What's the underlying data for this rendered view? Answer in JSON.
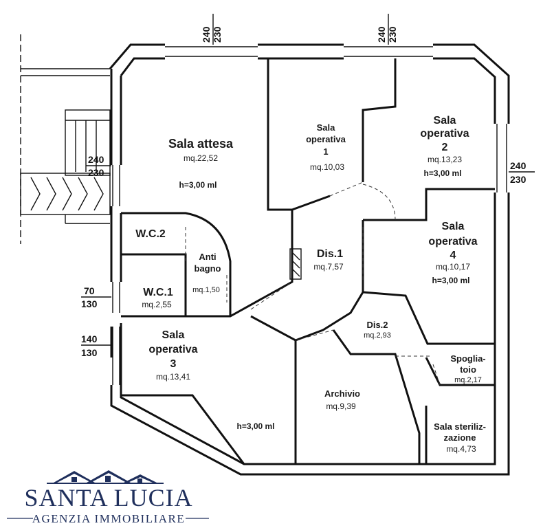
{
  "rooms": {
    "sala_attesa": {
      "name": "Sala attesa",
      "area": "mq.22,52",
      "height": "h=3,00 ml"
    },
    "sala_op_1": {
      "name1": "Sala",
      "name2": "operativa",
      "name3": "1",
      "area": "mq.10,03"
    },
    "sala_op_2": {
      "name1": "Sala",
      "name2": "operativa",
      "name3": "2",
      "area": "mq.13,23",
      "height": "h=3,00 ml"
    },
    "sala_op_4": {
      "name1": "Sala",
      "name2": "operativa",
      "name3": "4",
      "area": "mq.10,17",
      "height": "h=3,00 ml"
    },
    "wc2": {
      "name": "W.C.2"
    },
    "antibagno": {
      "name1": "Anti",
      "name2": "bagno",
      "area": "mq.1,50"
    },
    "wc1": {
      "name": "W.C.1",
      "area": "mq.2,55"
    },
    "dis1": {
      "name": "Dis.1",
      "area": "mq.7,57"
    },
    "dis2": {
      "name": "Dis.2",
      "area": "mq.2,93"
    },
    "sala_op_3": {
      "name1": "Sala",
      "name2": "operativa",
      "name3": "3",
      "area": "mq.13,41",
      "height": "h=3,00 ml"
    },
    "spogliatoio": {
      "name1": "Spoglia-",
      "name2": "toio",
      "area": "mq.2,17"
    },
    "archivio": {
      "name": "Archivio",
      "area": "mq.9,39"
    },
    "sterilizzazione": {
      "name1": "Sala steriliz-",
      "name2": "zazione",
      "area": "mq.4,73"
    }
  },
  "dimensions": {
    "top_left": {
      "a": "240",
      "b": "230"
    },
    "top_right": {
      "a": "240",
      "b": "230"
    },
    "right": {
      "a": "240",
      "b": "230"
    },
    "left_upper": {
      "a": "240",
      "b": "230"
    },
    "left_wc": {
      "a": "70",
      "b": "130"
    },
    "left_lower": {
      "a": "140",
      "b": "130"
    }
  },
  "logo": {
    "main": "SANTA LUCIA",
    "sub": "AGENZIA IMMOBILIARE"
  },
  "colors": {
    "walls": "#111111",
    "logo": "#1f2f5c"
  }
}
